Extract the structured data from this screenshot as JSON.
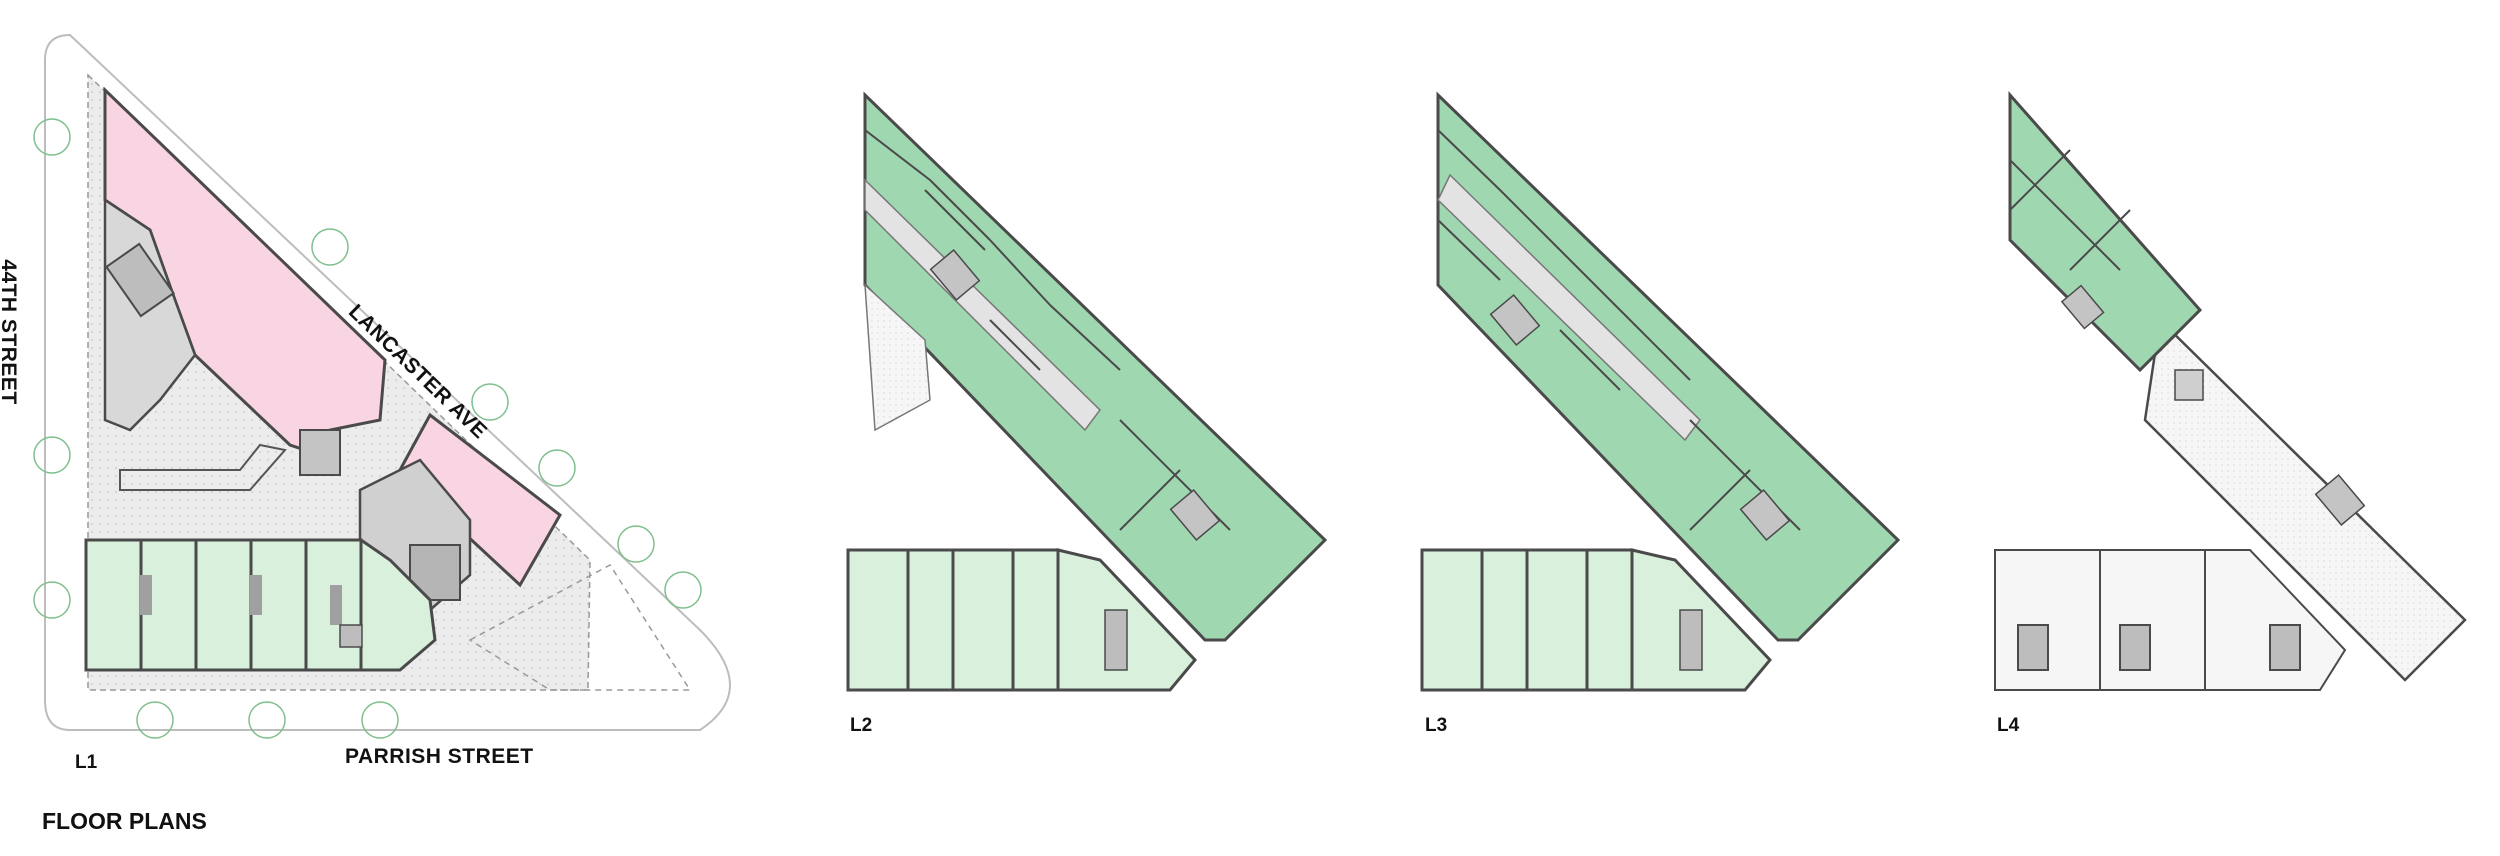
{
  "streets": {
    "west": "44TH STREET",
    "diagonal": "LANCASTER AVE",
    "south": "PARRISH STREET"
  },
  "levels": [
    "L1",
    "L2",
    "L3",
    "L4"
  ],
  "caption": "FLOOR PLANS",
  "colors": {
    "residential": "#9fd7b0",
    "residential_light": "#d9f0dd",
    "retail": "#f9d4e2",
    "core": "#d5d5d5",
    "outline": "#4a4a4a",
    "site_line": "#b5b5b5",
    "tree": "#7fbf8e",
    "paving": "#ebebeb"
  }
}
